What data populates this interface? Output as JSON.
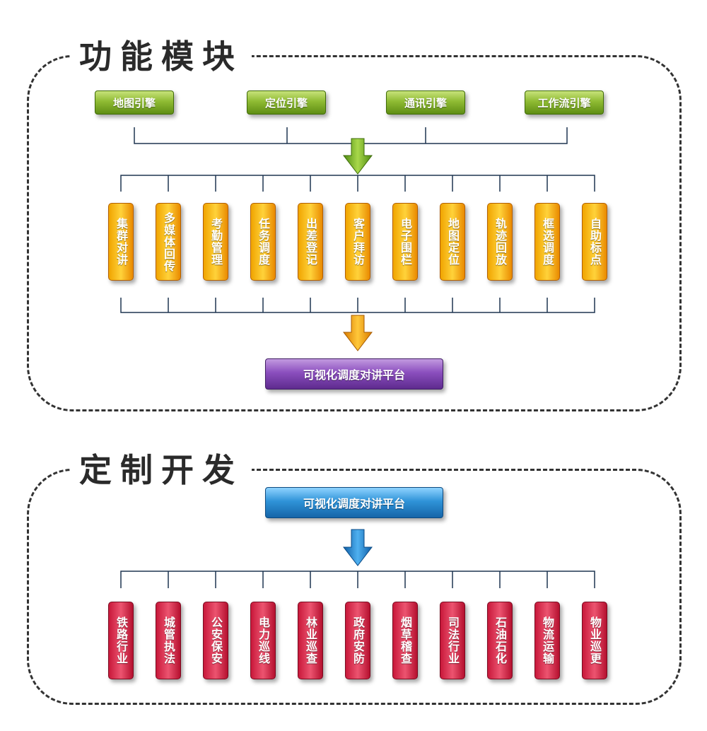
{
  "section1": {
    "title": "功能模块",
    "engines": [
      "地图引擎",
      "定位引擎",
      "通讯引擎",
      "工作流引擎"
    ],
    "modules": [
      "集群对讲",
      "多媒体回传",
      "考勤管理",
      "任务调度",
      "出差登记",
      "客户拜访",
      "电子围栏",
      "地图定位",
      "轨迹回放",
      "框选调度",
      "自助标点"
    ],
    "platform": "可视化调度对讲平台"
  },
  "section2": {
    "title": "定制开发",
    "platform": "可视化调度对讲平台",
    "industries": [
      "铁路行业",
      "城管执法",
      "公安保安",
      "电力巡线",
      "林业巡查",
      "政府安防",
      "烟草稽查",
      "司法行业",
      "石油石化",
      "物流运输",
      "物业巡更"
    ]
  },
  "colors": {
    "engine": "#8fbb33",
    "module": "#f5b400",
    "platform1": "#8b4fbe",
    "platform2": "#2f93d8",
    "industry": "#d42a4a",
    "arrow_green": "#7cb82f",
    "arrow_orange": "#f29a00",
    "arrow_blue": "#1e7fd0",
    "connector": "#1f3550"
  }
}
